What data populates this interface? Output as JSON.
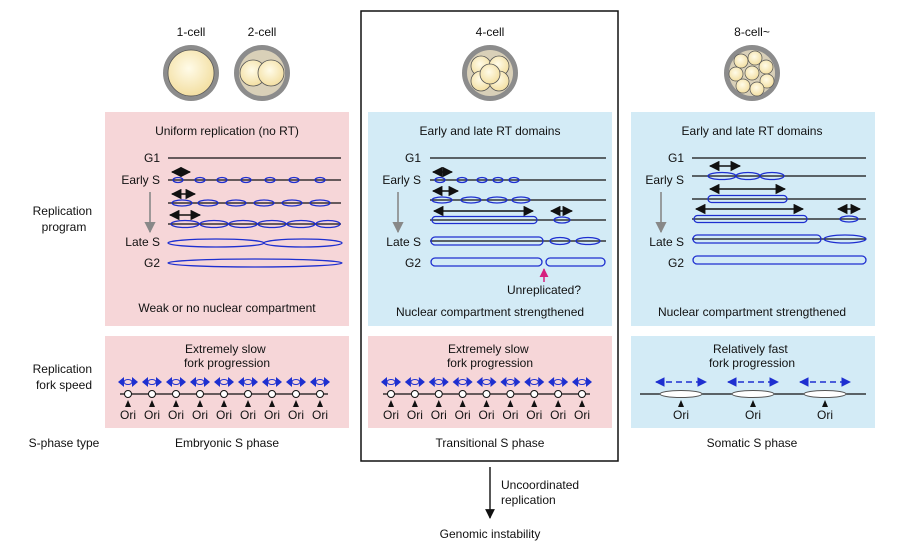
{
  "stages": {
    "one_cell": "1-cell",
    "two_cell": "2-cell",
    "four_cell": "4-cell",
    "eight_cell": "8-cell~"
  },
  "row_labels": {
    "replication_program": [
      "Replication",
      "program"
    ],
    "fork_speed": [
      "Replication",
      "fork speed"
    ],
    "s_phase_type": "S-phase type"
  },
  "phases": {
    "g1": "G1",
    "early_s": "Early S",
    "late_s": "Late S",
    "g2": "G2"
  },
  "panels": {
    "embryonic": {
      "program_title": "Uniform replication (no RT)",
      "compartment": "Weak or no nuclear compartment",
      "fork_title": [
        "Extremely slow",
        "fork progression"
      ],
      "s_phase": "Embryonic S phase"
    },
    "transitional": {
      "program_title": "Early and late RT domains",
      "unreplicated": "Unreplicated?",
      "compartment": "Nuclear compartment strengthened",
      "fork_title": [
        "Extremely slow",
        "fork progression"
      ],
      "s_phase": "Transitional S phase"
    },
    "somatic": {
      "program_title": "Early and late RT domains",
      "compartment": "Nuclear compartment strengthened",
      "fork_title": [
        "Relatively fast",
        "fork progression"
      ],
      "s_phase": "Somatic S phase"
    }
  },
  "ori_label": "Ori",
  "outcome": {
    "arrow_label": [
      "Uncoordinated",
      "replication"
    ],
    "result": "Genomic instability"
  },
  "colors": {
    "pink_panel": "#f6d6d8",
    "blue_panel": "#d3ebf6",
    "replication_blue": "#1e2fd0",
    "unreplicated_marker": "#d6207f",
    "cell_ring": "#8c8c8c",
    "cell_fill": "#fbeec6"
  }
}
